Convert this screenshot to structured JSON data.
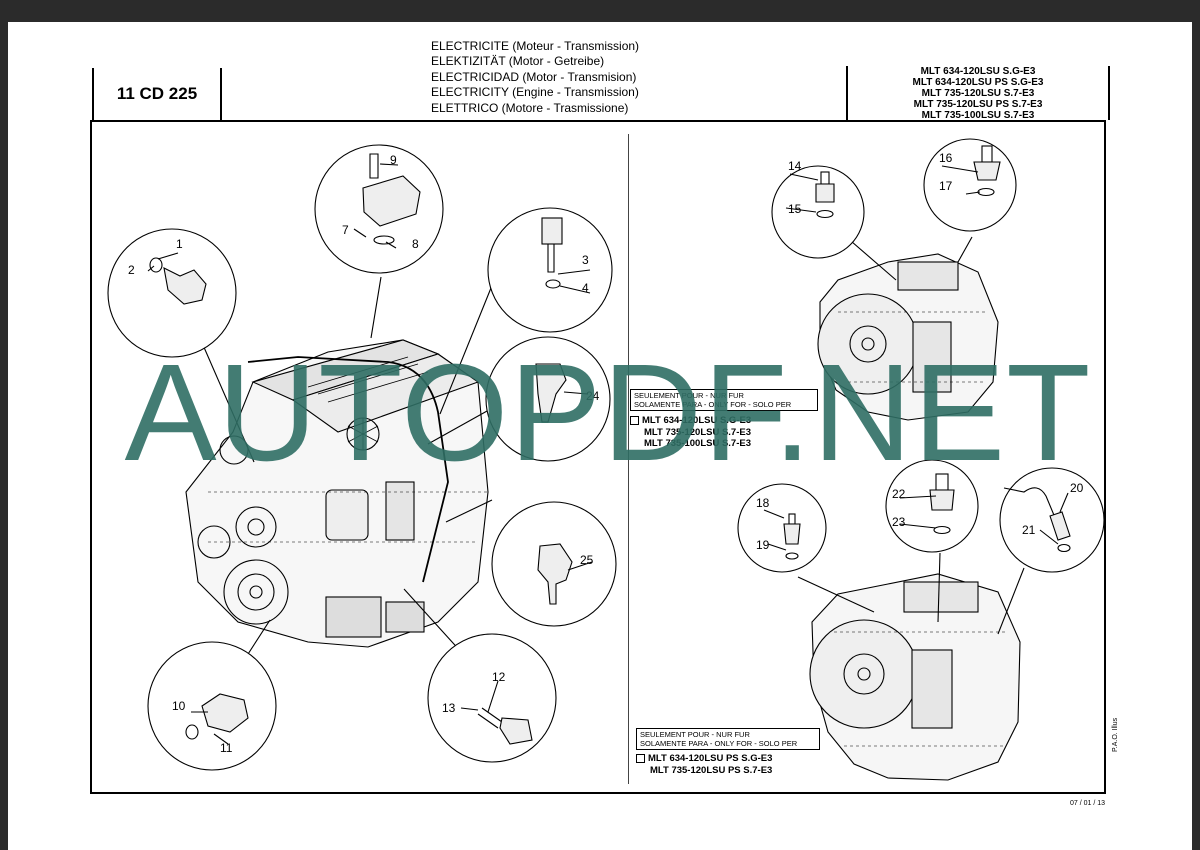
{
  "header": {
    "code": "11 CD 225",
    "titles": [
      "ELECTRICITE (Moteur - Transmission)",
      "ELEKTIZITÄT (Motor - Getreibe)",
      "ELECTRICIDAD (Motor - Transmision)",
      "ELECTRICITY (Engine - Transmission)",
      "ELETTRICO (Motore - Trasmissione)"
    ],
    "models": [
      "MLT 634-120LSU S.G-E3",
      "MLT 634-120LSU PS S.G-E3",
      "MLT 735-120LSU S.7-E3",
      "MLT 735-120LSU PS S.7-E3",
      "MLT 735-100LSU S.7-E3"
    ]
  },
  "callouts": {
    "c1": "1",
    "c2": "2",
    "c3": "3",
    "c4": "4",
    "c7": "7",
    "c8": "8",
    "c9": "9",
    "c10": "10",
    "c11": "11",
    "c12": "12",
    "c13": "13",
    "c14": "14",
    "c15": "15",
    "c16": "16",
    "c17": "17",
    "c18": "18",
    "c19": "19",
    "c20": "20",
    "c21": "21",
    "c22": "22",
    "c23": "23",
    "c24": "24",
    "c25": "25"
  },
  "note_upper": {
    "line1": "SEULEMENT POUR - NUR FUR",
    "line2": "SOLAMENTE PARA - ONLY FOR - SOLO PER",
    "models": [
      "MLT 634-120LSU S.G-E3",
      "MLT 735-120LSU S.7-E3",
      "MLT 735-100LSU S.7-E3"
    ]
  },
  "note_lower": {
    "line1": "SEULEMENT POUR - NUR FUR",
    "line2": "SOLAMENTE PARA - ONLY FOR - SOLO PER",
    "models": [
      "MLT 634-120LSU PS S.G-E3",
      "MLT 735-120LSU PS S.7-E3"
    ]
  },
  "footer": {
    "date": "07 / 01 / 13",
    "side_note": "P.A.O. Illus"
  },
  "watermark": "AUTOPDF.NET",
  "colors": {
    "watermark": "#2f6e64",
    "background": "#2b2b2b",
    "sheet": "#ffffff"
  }
}
